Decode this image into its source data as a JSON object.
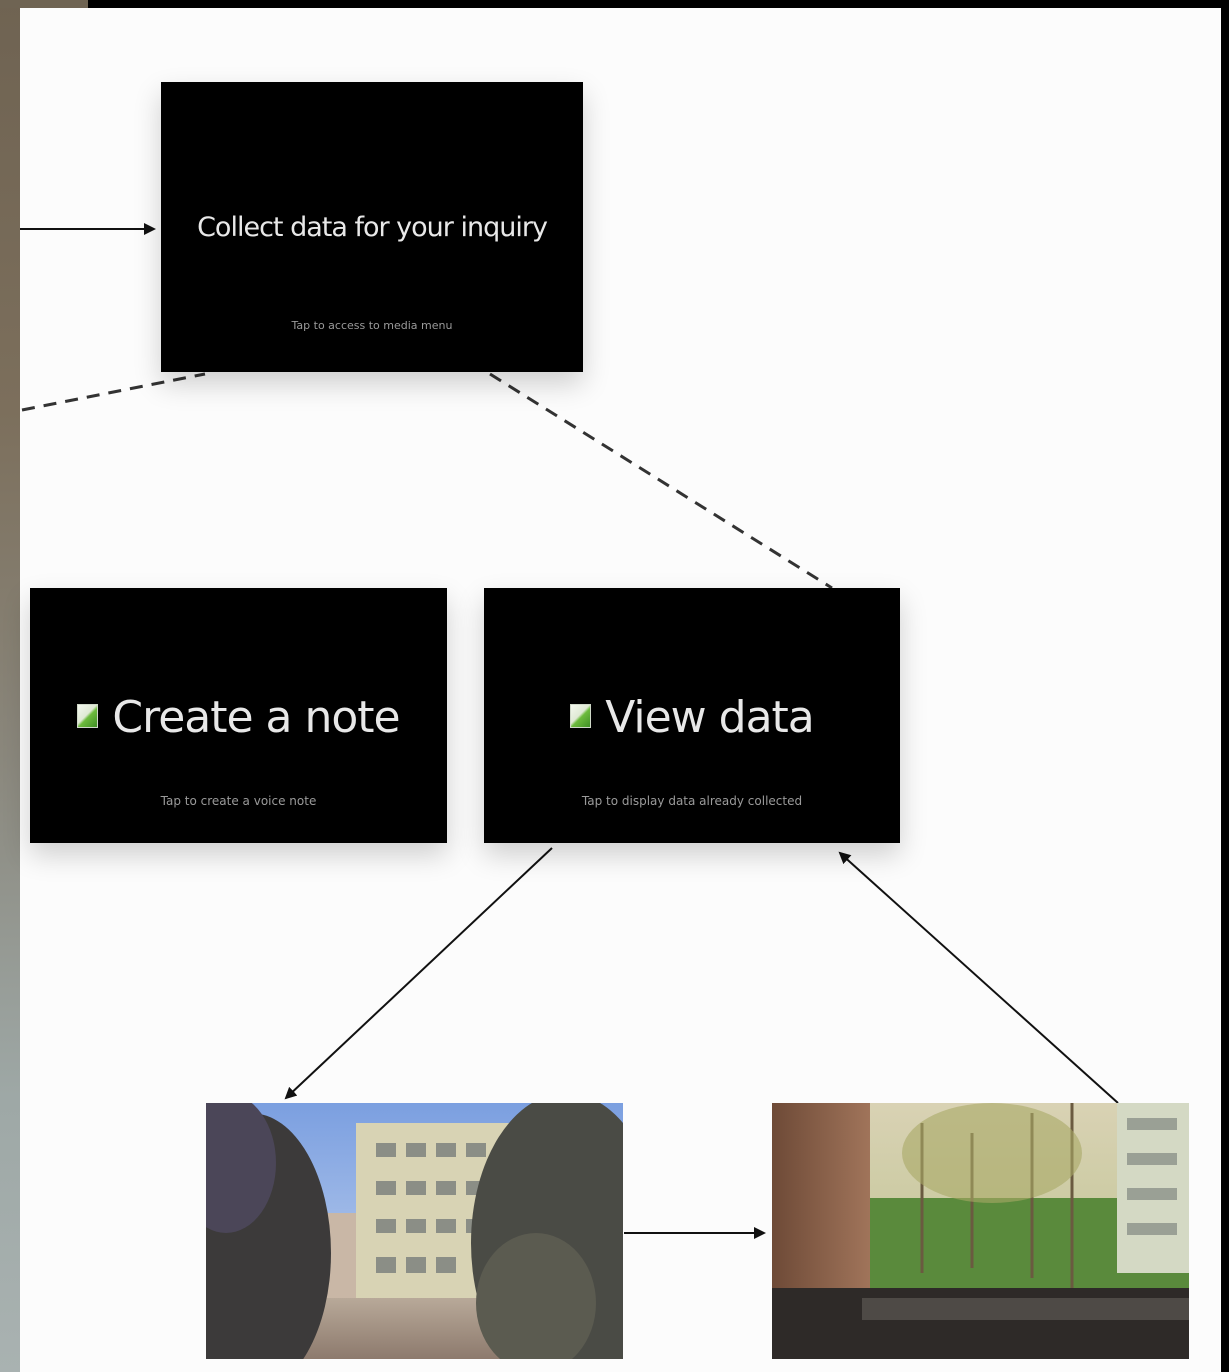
{
  "cards": {
    "root": {
      "title": "Collect data for your inquiry",
      "subtitle": "Tap to access to media menu"
    },
    "create_note": {
      "title": "Create a note",
      "subtitle": "Tap to create a voice note"
    },
    "view_data": {
      "title": "View data",
      "subtitle": "Tap to display data already collected"
    }
  },
  "photos": {
    "building": "building-exterior-photo",
    "window_view": "window-view-photo"
  },
  "colors": {
    "card_background": "#000000",
    "diagram_background": "#fcfcfc",
    "icon_accent": "#5fae35"
  }
}
